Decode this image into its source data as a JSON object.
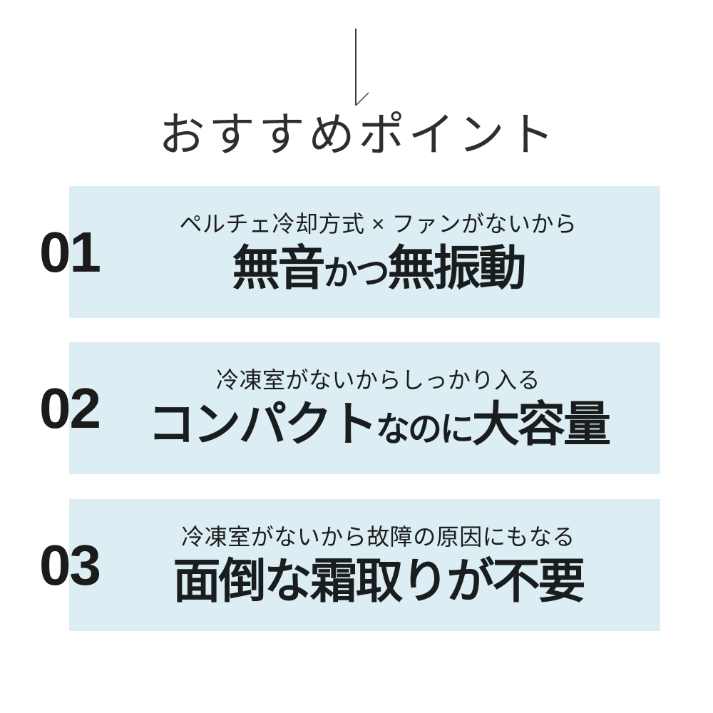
{
  "page": {
    "background": "#ffffff",
    "box_color": "#dceef4",
    "number_color": "#1b1b1b",
    "headline_color": "#1a1d1d",
    "title_color": "#2e2e2e"
  },
  "header": {
    "title": "おすすめポイント",
    "arrow_icon": "down-arrow-line"
  },
  "points": [
    {
      "number": "01",
      "subtitle": "ペルチェ冷却方式 × ファンがないから",
      "headline": [
        {
          "text": "無音",
          "emphasis": "large"
        },
        {
          "text": "かつ",
          "emphasis": "small"
        },
        {
          "text": "無振動",
          "emphasis": "large"
        }
      ]
    },
    {
      "number": "02",
      "subtitle": "冷凍室がないからしっかり入る",
      "headline": [
        {
          "text": "コンパクト",
          "emphasis": "large"
        },
        {
          "text": "なのに",
          "emphasis": "small"
        },
        {
          "text": "大容量",
          "emphasis": "large"
        }
      ]
    },
    {
      "number": "03",
      "subtitle": "冷凍室がないから故障の原因にもなる",
      "headline": [
        {
          "text": "面倒な霜取りが不要",
          "emphasis": "large"
        }
      ]
    }
  ]
}
